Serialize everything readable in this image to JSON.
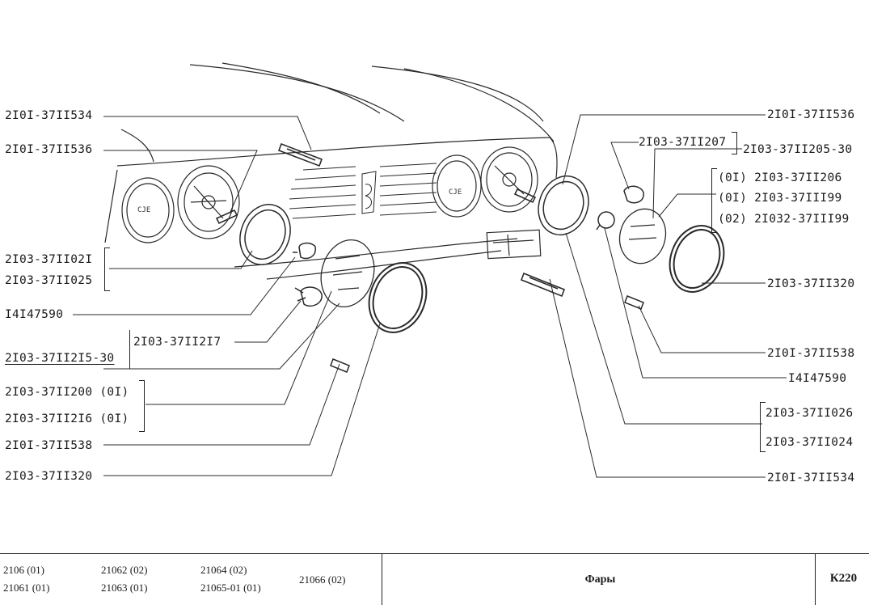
{
  "labels": {
    "l1": "2I0I-37II534",
    "l2": "2I0I-37II536",
    "l3": "2I03-37II02I",
    "l4": "2I03-37II025",
    "l5": "I4I47590",
    "l6": "2I03-37II2I7",
    "l7": "2I03-37II2I5-30",
    "l8": "2I03-37II200 (0I)",
    "l9": "2I03-37II2I6 (0I)",
    "l10": "2I0I-37II538",
    "l11": "2I03-37II320",
    "r1": "2I0I-37II536",
    "r2": "2I03-37II207",
    "r3": "2I03-37II205-30",
    "r4": "(0I)  2I03-37II206",
    "r5": "(0I)  2I03-37III99",
    "r6": "(02) 2I032-37III99",
    "r7": "2I03-37II320",
    "r8": "2I0I-37II538",
    "r9": "I4I47590",
    "r10": "2I03-37II026",
    "r11": "2I03-37II024",
    "r12": "2I0I-37II534"
  },
  "footer": {
    "models": {
      "m1": "2106 (01)",
      "m2": "21061 (01)",
      "m3": "21062 (02)",
      "m4": "21063 (01)",
      "m5": "21064 (02)",
      "m6": "21065-01 (01)",
      "m7": "21066 (02)"
    },
    "title": "Фары",
    "code": "К220"
  }
}
